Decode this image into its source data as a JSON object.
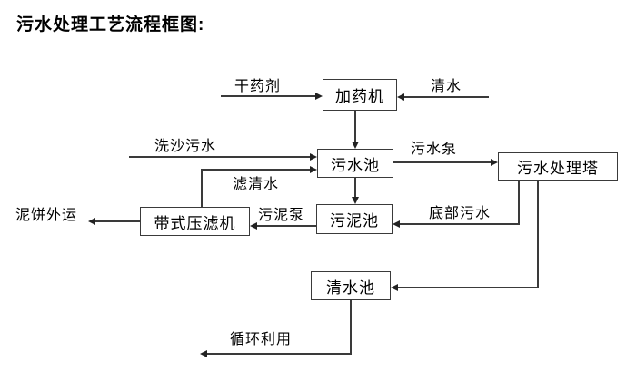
{
  "title": "污水处理工艺流程框图:",
  "diagram": {
    "nodes": {
      "dosing_machine": "加药机",
      "sewage_pool": "污水池",
      "treatment_tower": "污水处理塔",
      "sludge_pool": "污泥池",
      "belt_filter_press": "带式压滤机",
      "clear_water_pool": "清水池"
    },
    "labels": {
      "dry_agent": "干药剂",
      "clear_water": "清水",
      "sand_washing_sewage": "洗沙污水",
      "sewage_pump": "污水泵",
      "filtered_water": "滤清水",
      "sludge_pump": "污泥泵",
      "bottom_sewage": "底部污水",
      "mud_cake_out": "泥饼外运",
      "recycle": "循环利用"
    },
    "edges": [
      {
        "from": "干药剂",
        "to": "加药机",
        "label": ""
      },
      {
        "from": "清水",
        "to": "加药机",
        "label": ""
      },
      {
        "from": "加药机",
        "to": "污水池",
        "label": ""
      },
      {
        "from": "洗沙污水",
        "to": "污水池",
        "label": ""
      },
      {
        "from": "带式压滤机",
        "to": "污水池",
        "label": "滤清水"
      },
      {
        "from": "污水池",
        "to": "污水处理塔",
        "label": "污水泵"
      },
      {
        "from": "污水池",
        "to": "污泥池",
        "label": ""
      },
      {
        "from": "污水处理塔",
        "to": "污泥池",
        "label": "底部污水"
      },
      {
        "from": "污泥池",
        "to": "带式压滤机",
        "label": "污泥泵"
      },
      {
        "from": "带式压滤机",
        "to": "泥饼外运",
        "label": ""
      },
      {
        "from": "污水处理塔",
        "to": "清水池",
        "label": ""
      },
      {
        "from": "清水池",
        "to": "循环利用",
        "label": ""
      }
    ],
    "colors": {
      "background": "#ffffff",
      "line": "#3a3a3a",
      "text": "#000000"
    }
  }
}
